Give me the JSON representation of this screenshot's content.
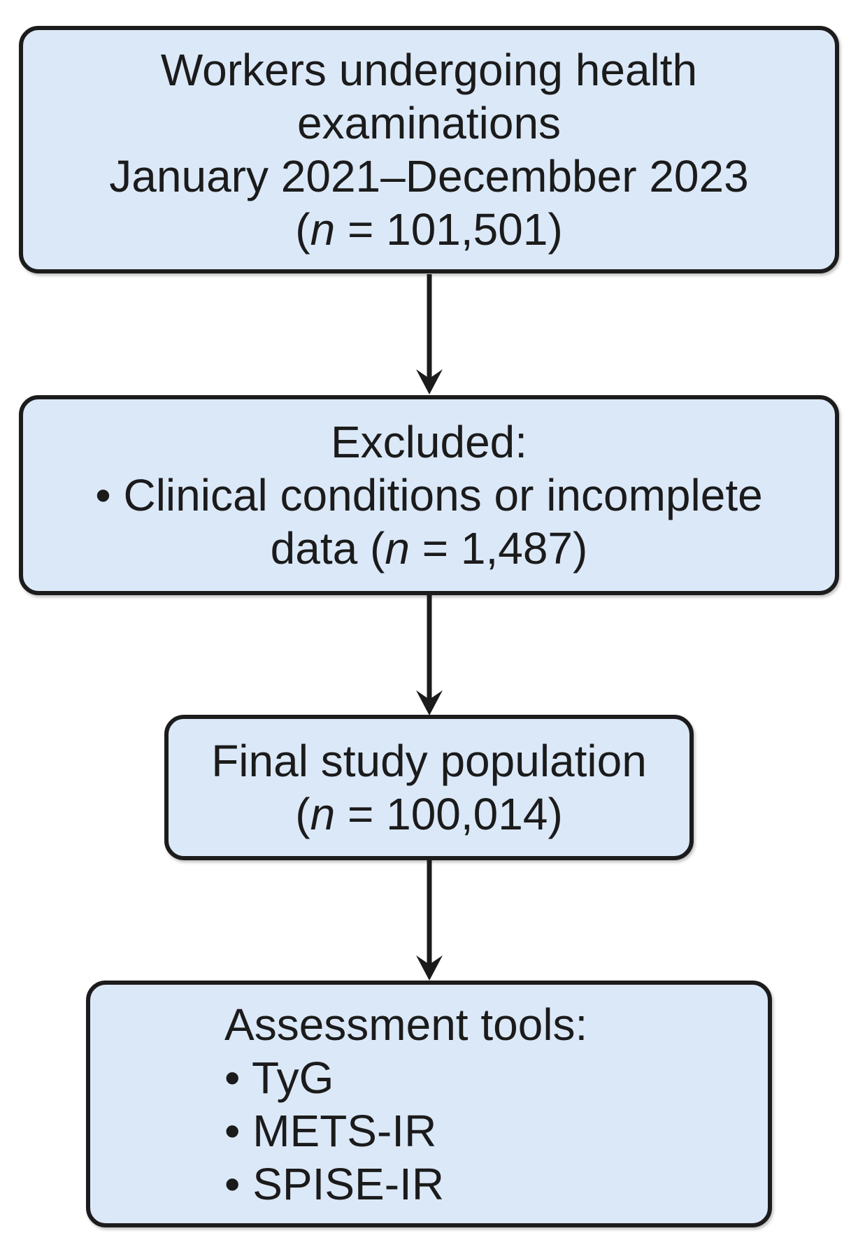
{
  "figure": {
    "type": "flowchart",
    "background_color": "#ffffff",
    "node_fill_color": "#dbe8f8",
    "node_border_color": "#1c1c1c",
    "arrow_color": "#1b1b1b",
    "text_color": "#1b1b1b"
  },
  "nodes": {
    "population": {
      "lines": [
        "Workers undergoing health",
        "examinations",
        "January 2021–Decembber 2023"
      ],
      "n_line": {
        "pre": "(",
        "n": "n",
        "post": " = 101,501)"
      }
    },
    "excluded": {
      "title": "Excluded:",
      "bullet_line": "• Clinical conditions or incomplete",
      "n_line": {
        "pre": "data (",
        "n": "n",
        "post": " = 1,487)"
      }
    },
    "final": {
      "line1": "Final study population",
      "n_line": {
        "pre": "(",
        "n": "n",
        "post": " = 100,014)"
      }
    },
    "tools": {
      "title": "Assessment tools:",
      "items": [
        "• TyG",
        "• METS-IR",
        "• SPISE-IR"
      ]
    }
  }
}
